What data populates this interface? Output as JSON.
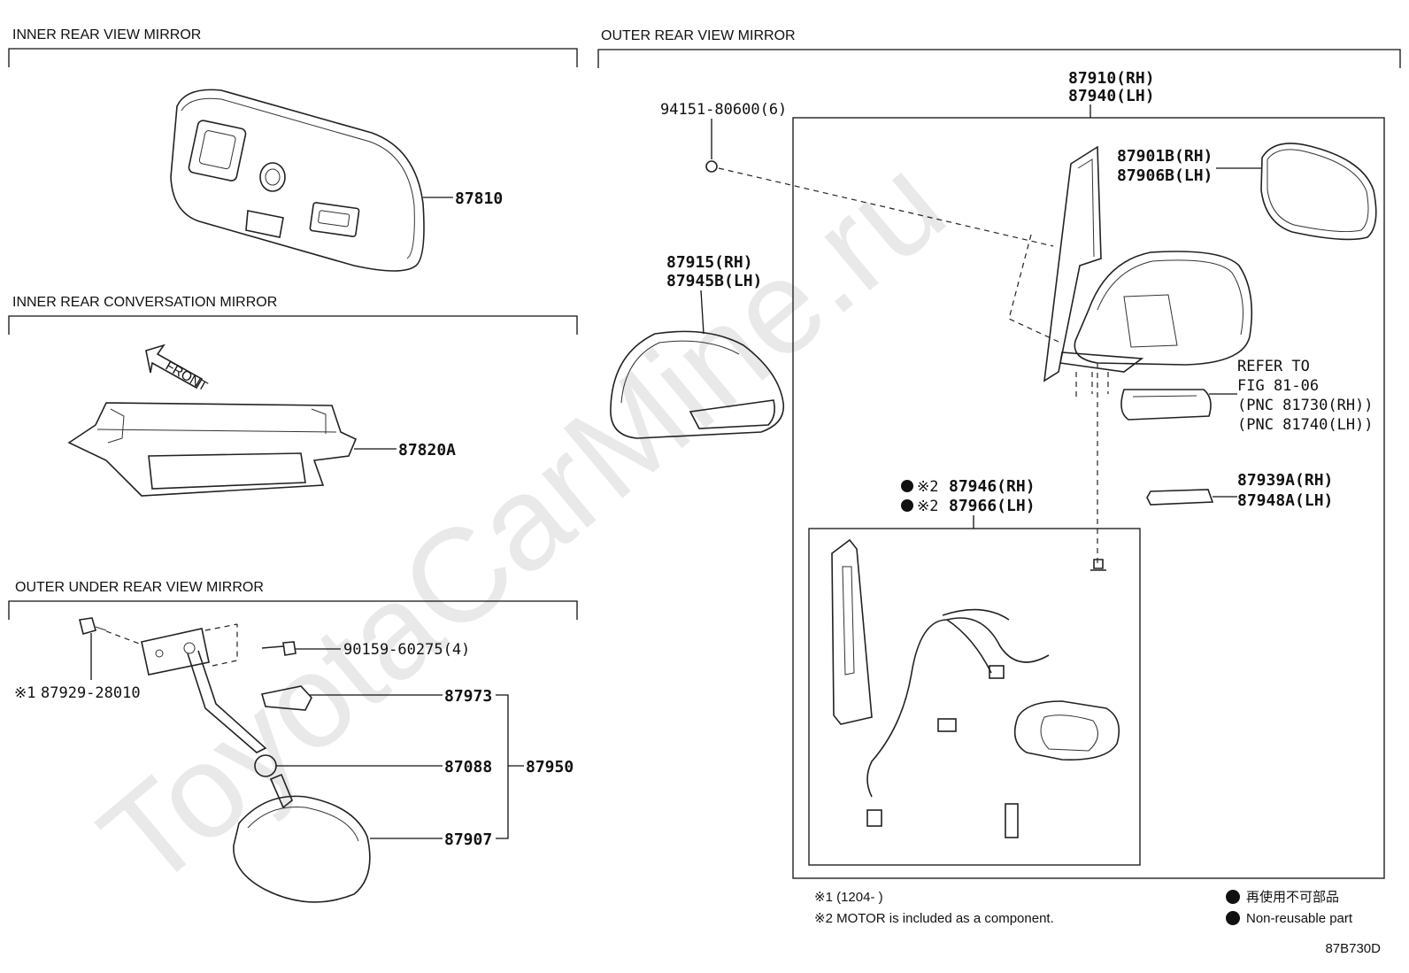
{
  "watermark": "ToyotaCarMine.ru",
  "sections": {
    "inner_view": "INNER REAR VIEW MIRROR",
    "inner_conversation": "INNER REAR CONVERSATION MIRROR",
    "outer_under": "OUTER UNDER REAR VIEW MIRROR",
    "outer_view": "OUTER REAR VIEW MIRROR"
  },
  "parts": {
    "p87810": "87810",
    "p87820A": "87820A",
    "front_arrow": "FRONT",
    "p90159": "90159-60275(4)",
    "p87929": "87929-28010",
    "p87929_mark": "※1",
    "p87973": "87973",
    "p87088": "87088",
    "p87950": "87950",
    "p87907": "87907",
    "p94151": "94151-80600(6)",
    "p87910": "87910(RH)",
    "p87940": "87940(LH)",
    "p87901B": "87901B(RH)",
    "p87906B": "87906B(LH)",
    "p87915": "87915(RH)",
    "p87945B": "87945B(LH)",
    "refer_1": "REFER TO",
    "refer_2": "FIG 81-06",
    "refer_3": "(PNC 81730(RH))",
    "refer_4": "(PNC 81740(LH))",
    "p87946": "87946(RH)",
    "p87966": "87966(LH)",
    "motor_mark": "※2",
    "p87939A": "87939A(RH)",
    "p87948A": "87948A(LH)"
  },
  "notes": {
    "note1": "※1 (1204-        )",
    "note2": "※2 MOTOR is included as a component.",
    "legend_jp": "再使用不可部品",
    "legend_en": "Non-reusable part",
    "figure_id": "87B730D"
  }
}
